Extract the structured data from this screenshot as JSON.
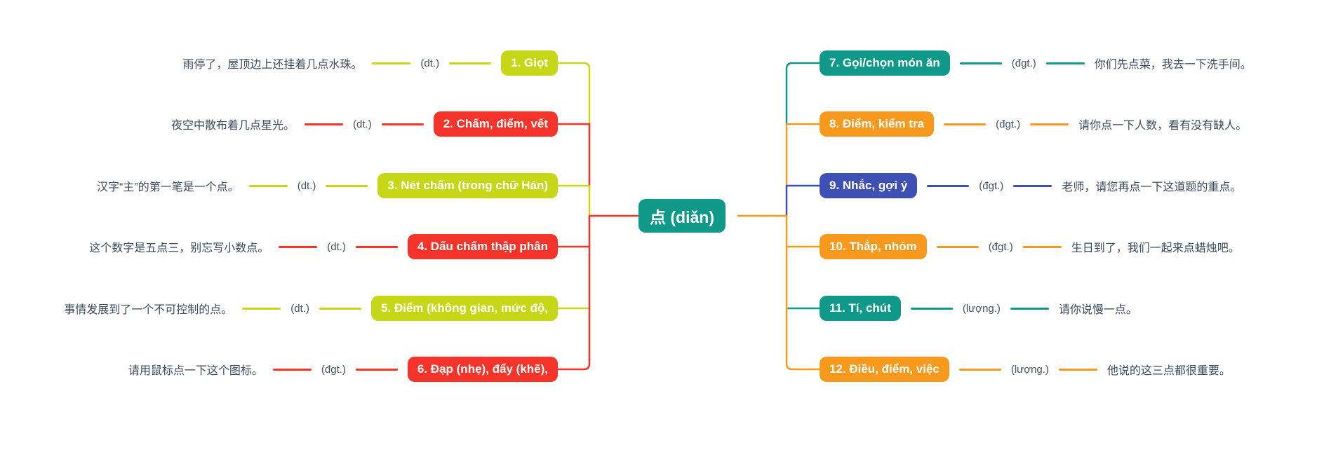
{
  "center": {
    "label": "点 (diǎn)",
    "color": "#109988"
  },
  "left_branches": [
    {
      "label": "1. Giọt",
      "color": "#c5d716",
      "tag": "(dt.)",
      "example": "雨停了，屋顶边上还挂着几点水珠。"
    },
    {
      "label": "2. Chấm, điểm, vết",
      "color": "#f4332a",
      "tag": "(dt.)",
      "example": "夜空中散布着几点星光。"
    },
    {
      "label": "3. Nét chấm (trong chữ Hán)",
      "color": "#c5d716",
      "tag": "(dt.)",
      "example": "汉字“主”的第一笔是一个点。"
    },
    {
      "label": "4. Dấu chấm thập phân",
      "color": "#f4332a",
      "tag": "(dt.)",
      "example": "这个数字是五点三，别忘写小数点。"
    },
    {
      "label": "5. Điểm (không gian, mức độ,",
      "color": "#c5d716",
      "tag": "(dt.)",
      "example": "事情发展到了一个不可控制的点。"
    },
    {
      "label": "6. Đạp (nhẹ), đẩy (khẽ),",
      "color": "#f4332a",
      "tag": "(đgt.)",
      "example": "请用鼠标点一下这个图标。"
    }
  ],
  "right_branches": [
    {
      "label": "7. Gọi/chọn món ăn",
      "color": "#109988",
      "tag": "(đgt.)",
      "example": "你们先点菜，我去一下洗手间。"
    },
    {
      "label": "8. Điểm, kiểm tra",
      "color": "#f7991c",
      "tag": "(đgt.)",
      "example": "请你点一下人数，看有没有缺人。"
    },
    {
      "label": "9. Nhắc, gợi ý",
      "color": "#3e50b4",
      "tag": "(đgt.)",
      "example": "老师，请您再点一下这道题的重点。"
    },
    {
      "label": "10. Thắp, nhóm",
      "color": "#f7991c",
      "tag": "(đgt.)",
      "example": "生日到了，我们一起来点蜡烛吧。"
    },
    {
      "label": "11. Tí, chút",
      "color": "#109988",
      "tag": "(lượng.)",
      "example": "请你说慢一点。"
    },
    {
      "label": "12. Điều, điểm, việc",
      "color": "#f7991c",
      "tag": "(lượng.)",
      "example": "他说的这三点都很重要。"
    }
  ],
  "trunk_segment_colors": {
    "left": [
      "#c5d716",
      "#f4332a",
      "#c5d716",
      "#f4332a",
      "#f4332a",
      "#f4332a"
    ],
    "right": [
      "#109988",
      "#f7991c",
      "#3e50b4",
      "#f7991c",
      "#f7991c",
      "#f7991c"
    ]
  },
  "center_link_colors": {
    "left": "#f4332a",
    "right": "#f7991c"
  }
}
